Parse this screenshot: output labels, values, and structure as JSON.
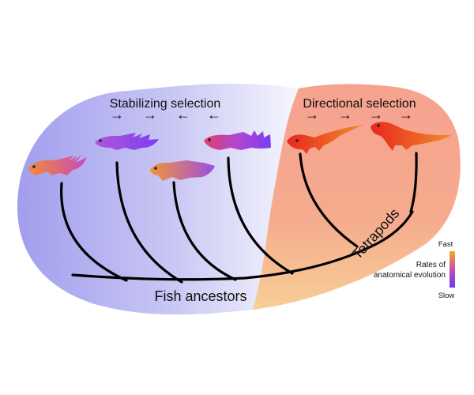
{
  "labels": {
    "stabilizing": "Stabilizing selection",
    "directional": "Directional selection",
    "fish_ancestors": "Fish ancestors",
    "tetrapods": "Tetrapods"
  },
  "legend": {
    "fast": "Fast",
    "line1": "Rates of",
    "line2": "anatomical evolution",
    "slow": "Slow"
  },
  "arrows": {
    "stabilizing": [
      "→",
      "→",
      "←",
      "←"
    ],
    "directional": [
      "→",
      "→",
      "→",
      "→"
    ]
  },
  "colors": {
    "stabilizing_region": "#a9a6ef",
    "directional_region": "#f4a48c",
    "rate_fast": "#f7a21b",
    "rate_slow": "#7a3cf0",
    "tree": "#000000"
  },
  "organisms": [
    {
      "name": "fish-1",
      "kind": "fish",
      "rate": "medium"
    },
    {
      "name": "fish-2",
      "kind": "fish",
      "rate": "slow"
    },
    {
      "name": "fish-3",
      "kind": "fish",
      "rate": "medium"
    },
    {
      "name": "fish-4",
      "kind": "fish",
      "rate": "slow"
    },
    {
      "name": "tetrapod-1",
      "kind": "tetrapod",
      "rate": "fast"
    },
    {
      "name": "tetrapod-2",
      "kind": "tetrapod",
      "rate": "fast"
    }
  ]
}
